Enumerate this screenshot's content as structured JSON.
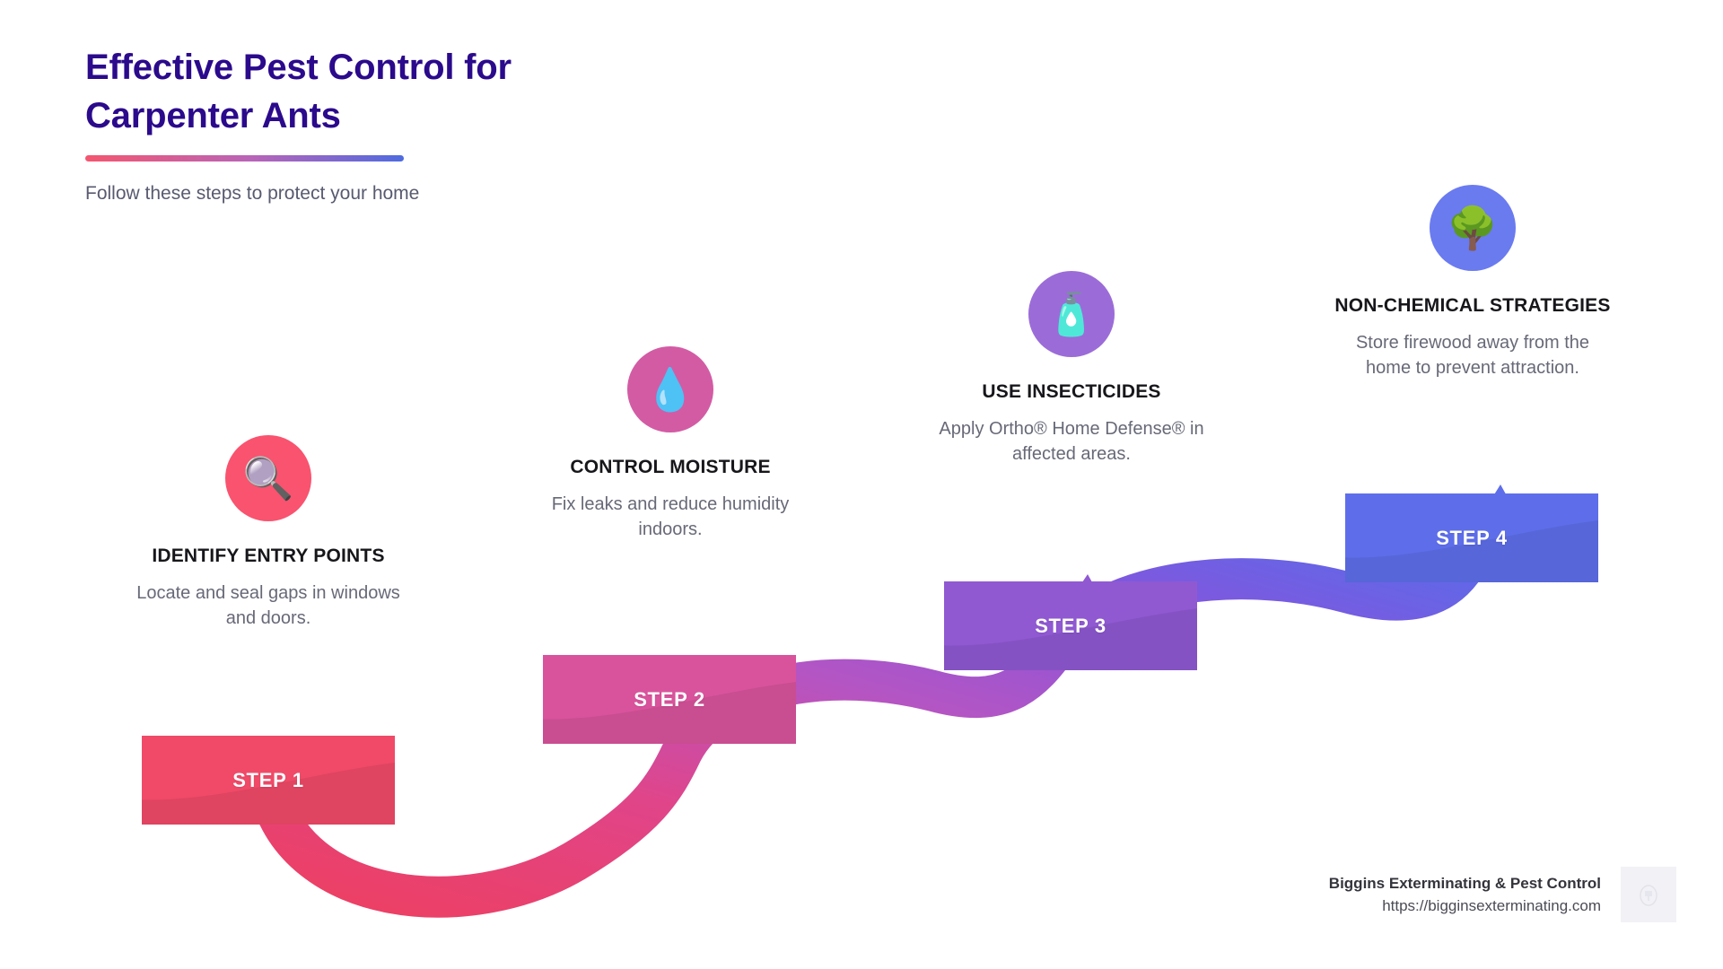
{
  "header": {
    "title": "Effective Pest Control for Carpenter Ants",
    "subtitle": "Follow these steps to protect your home"
  },
  "steps": [
    {
      "icon": "magnifying-glass-icon",
      "glyph": "🔍",
      "heading": "IDENTIFY ENTRY POINTS",
      "description": "Locate and seal gaps in windows and doors.",
      "banner_label": "STEP 1",
      "circle_color": "#F9536F",
      "banner_color": "#F04A68"
    },
    {
      "icon": "water-droplet-icon",
      "glyph": "💧",
      "heading": "CONTROL MOISTURE",
      "description": "Fix leaks and reduce humidity indoors.",
      "banner_label": "STEP 2",
      "circle_color": "#D35BA4",
      "banner_color": "#D9539C"
    },
    {
      "icon": "lotion-bottle-icon",
      "glyph": "🧴",
      "heading": "USE INSECTICIDES",
      "description": "Apply Ortho® Home Defense® in affected areas.",
      "banner_label": "STEP 3",
      "circle_color": "#9B6CD8",
      "banner_color": "#9059D2"
    },
    {
      "icon": "tree-icon",
      "glyph": "🌳",
      "heading": "NON-CHEMICAL STRATEGIES",
      "description": "Store firewood away from the home to prevent attraction.",
      "banner_label": "STEP 4",
      "circle_color": "#6A7BF0",
      "banner_color": "#5E6EEA"
    }
  ],
  "footer": {
    "brand_name": "Biggins Exterminating & Pest Control",
    "url": "https://bigginsexterminating.com",
    "logo": "company-logo-placeholder"
  },
  "theme": {
    "title_color": "#2B0A8C",
    "subtitle_color": "#585A70",
    "heading_color": "#17171B",
    "description_color": "#676977",
    "accent_start": "#F4566F",
    "accent_end": "#4F6BE0",
    "background": "#FFFFFF"
  }
}
